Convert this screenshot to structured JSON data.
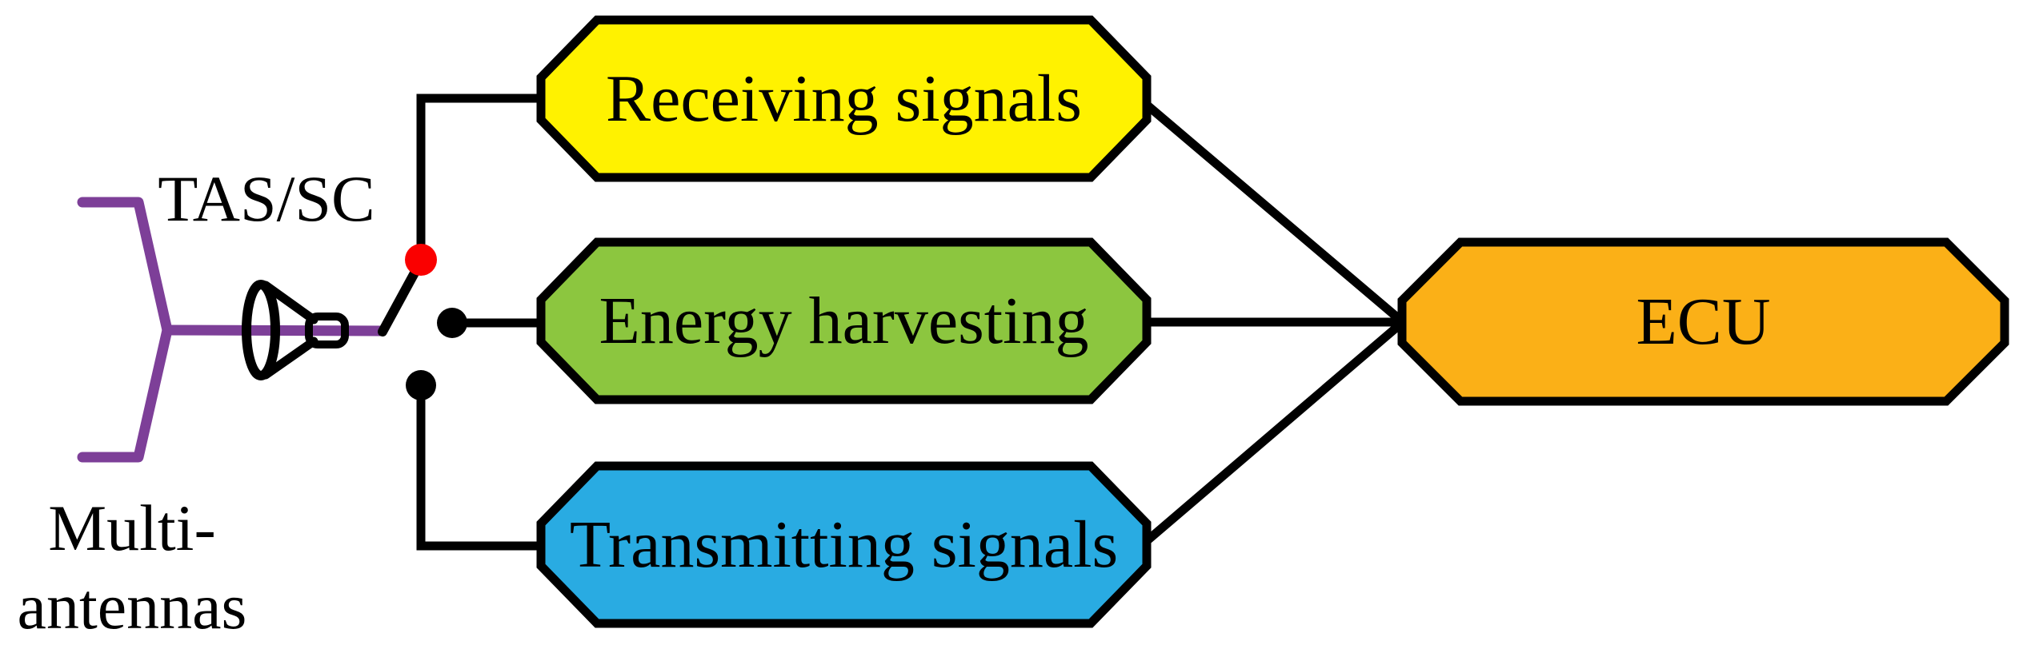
{
  "figure": {
    "antenna": {
      "label_top": "TAS/SC",
      "label_bottom_line1": "Multi-",
      "label_bottom_line2": "antennas"
    },
    "switch": {
      "selected_node": "receiving",
      "selected_contact_color": "#FA0000",
      "contact_color": "#000000"
    },
    "nodes": {
      "receiving": {
        "label": "Receiving signals",
        "fill": "#FFF200"
      },
      "harvesting": {
        "label": "Energy harvesting",
        "fill": "#8CC63F"
      },
      "transmitting": {
        "label": "Transmitting signals",
        "fill": "#29ABE2"
      },
      "ecu": {
        "label": "ECU",
        "fill": "#FBB017"
      }
    },
    "colors": {
      "purple": "#7D3F98",
      "line": "#000000",
      "background": "#FFFFFF"
    }
  }
}
